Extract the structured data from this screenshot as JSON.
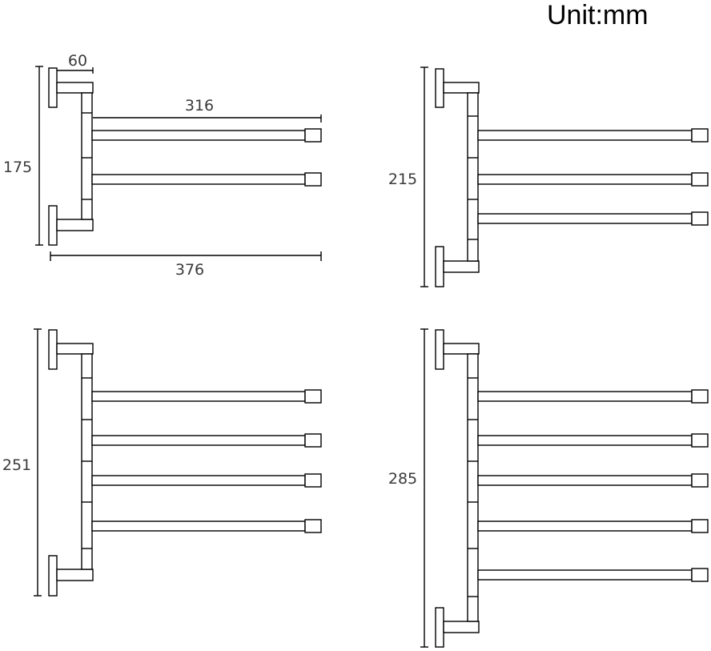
{
  "unit_label": "Unit:mm",
  "dimensions": {
    "bracket_depth": "60",
    "arm_length": "316",
    "total_width": "376",
    "height_2_arms": "175",
    "height_3_arms": "215",
    "height_4_arms": "251",
    "height_5_arms": "285"
  },
  "variants": [
    {
      "arms": 2,
      "height_label": "175"
    },
    {
      "arms": 3,
      "height_label": "215"
    },
    {
      "arms": 4,
      "height_label": "251"
    },
    {
      "arms": 5,
      "height_label": "285"
    }
  ]
}
